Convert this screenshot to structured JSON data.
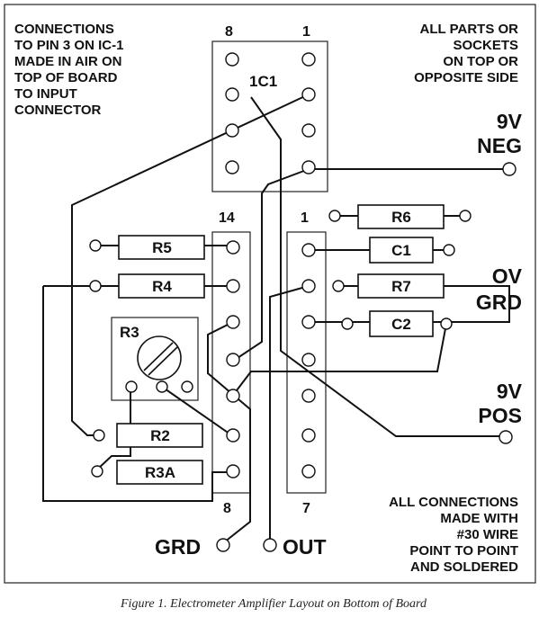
{
  "notes": {
    "top_left": [
      "CONNECTIONS",
      "TO PIN 3 ON IC-1",
      "MADE IN AIR ON",
      "TOP OF BOARD",
      "TO INPUT",
      "CONNECTOR"
    ],
    "top_right": [
      "ALL PARTS OR",
      "SOCKETS",
      "ON TOP OR",
      "OPPOSITE SIDE"
    ],
    "bottom_right": [
      "ALL CONNECTIONS",
      "MADE WITH",
      "#30 WIRE",
      "POINT TO POINT",
      "AND SOLDERED"
    ]
  },
  "pin_numbers": {
    "ic1_left": "8",
    "ic1_right": "1",
    "socket_top_left": "14",
    "socket_top_right": "1",
    "socket_bottom_left": "8",
    "socket_bottom_right": "7"
  },
  "ic_label": "1C1",
  "terminals": {
    "neg_line1": "9V",
    "neg_line2": "NEG",
    "grd_line1": "OV",
    "grd_line2": "GRD",
    "pos_line1": "9V",
    "pos_line2": "POS",
    "ground": "GRD",
    "output": "OUT"
  },
  "parts": {
    "r6": "R6",
    "r5": "R5",
    "c1": "C1",
    "r4": "R4",
    "r7": "R7",
    "r3": "R3",
    "c2": "C2",
    "r2": "R2",
    "r3a": "R3A"
  },
  "caption": "Figure 1.  Electrometer Amplifier Layout on Bottom of Board"
}
